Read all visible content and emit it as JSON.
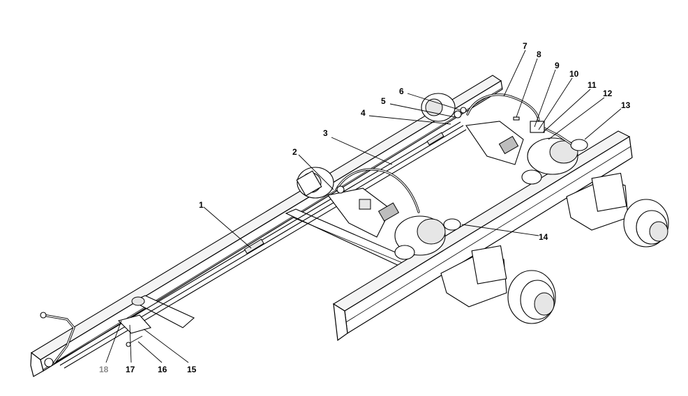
{
  "diagram": {
    "callouts": [
      {
        "id": "1",
        "label": "1",
        "muted": false
      },
      {
        "id": "2",
        "label": "2",
        "muted": false
      },
      {
        "id": "3",
        "label": "3",
        "muted": false
      },
      {
        "id": "4",
        "label": "4",
        "muted": false
      },
      {
        "id": "5",
        "label": "5",
        "muted": false
      },
      {
        "id": "6",
        "label": "6",
        "muted": false
      },
      {
        "id": "7",
        "label": "7",
        "muted": false
      },
      {
        "id": "8",
        "label": "8",
        "muted": false
      },
      {
        "id": "9",
        "label": "9",
        "muted": false
      },
      {
        "id": "10",
        "label": "10",
        "muted": false
      },
      {
        "id": "11",
        "label": "11",
        "muted": false
      },
      {
        "id": "12",
        "label": "12",
        "muted": false
      },
      {
        "id": "13",
        "label": "13",
        "muted": false
      },
      {
        "id": "14",
        "label": "14",
        "muted": false
      },
      {
        "id": "15",
        "label": "15",
        "muted": false
      },
      {
        "id": "16",
        "label": "16",
        "muted": false
      },
      {
        "id": "17",
        "label": "17",
        "muted": false
      },
      {
        "id": "18",
        "label": "18",
        "muted": true
      }
    ],
    "colors": {
      "ink": "#000000",
      "paper": "#ffffff",
      "muted_label": "#8a8a8a"
    }
  }
}
